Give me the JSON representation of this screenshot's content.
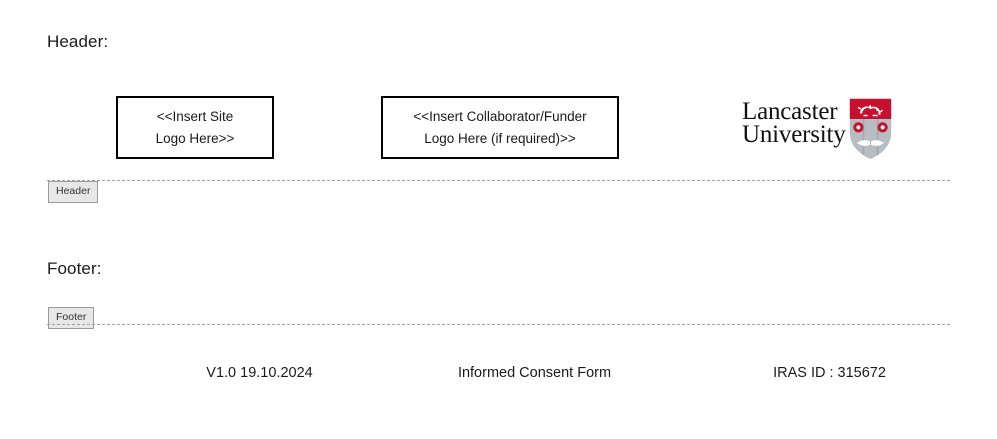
{
  "document": {
    "header_section": {
      "label": "Header:",
      "boundary_tab_label": "Header",
      "placeholders": [
        {
          "name": "site-logo",
          "text": "<<Insert Site\nLogo Here>>"
        },
        {
          "name": "collaborator-logo",
          "text": "<<Insert Collaborator/Funder\nLogo Here (if required)>>"
        }
      ],
      "university_logo": {
        "wordmark_line1": "Lancaster",
        "wordmark_line2": "University",
        "crest_icon": "lancaster-shield-crest-icon",
        "crest_colors": {
          "red": "#C8102E",
          "grey": "#B8BDC1",
          "grey_dark": "#9AA0A5",
          "white": "#FFFFFF"
        }
      }
    },
    "footer_section": {
      "label": "Footer:",
      "boundary_tab_label": "Footer",
      "columns": [
        {
          "name": "version",
          "text": "V1.0 19.10.2024"
        },
        {
          "name": "document-title",
          "text": "Informed Consent Form"
        },
        {
          "name": "iras-id",
          "text": "IRAS ID : 315672"
        }
      ]
    }
  },
  "colors": {
    "page_background": "#FFFFFF",
    "text": "#1A1A1A",
    "boundary_dash": "#9AA3AB",
    "tab_background": "#E7E7E7",
    "tab_border": "#9B9B9B",
    "box_border": "#000000"
  }
}
